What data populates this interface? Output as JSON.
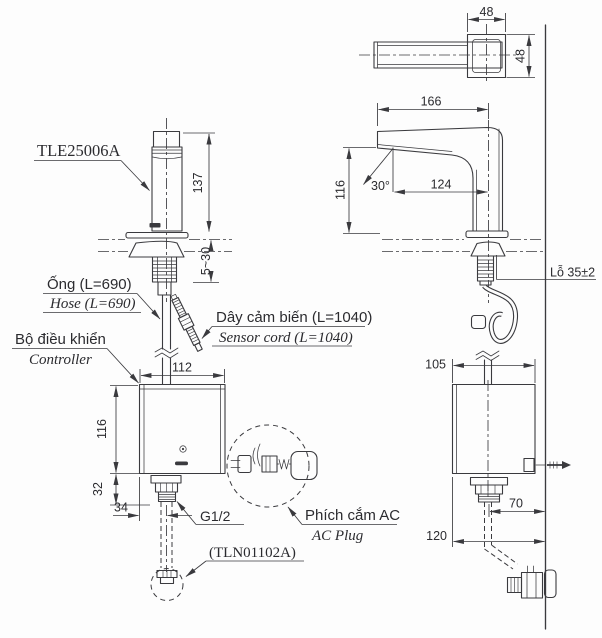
{
  "drawing": {
    "product_label": "TLE25006A",
    "callouts": {
      "hose": {
        "vi": "Ống (L=690)",
        "en": "Hose (L=690)"
      },
      "controller": {
        "vi": "Bộ điều khiển",
        "en": "Controller"
      },
      "sensor_cord": {
        "vi": "Dây cảm biến (L=1040)",
        "en": "Sensor cord (L=1040)"
      },
      "ac_plug": {
        "vi": "Phích cắm AC",
        "en": "AC Plug"
      },
      "supply_thread": "G1/2",
      "drain_model": "(TLN01102A)",
      "deck_hole": "Lỗ 35±2"
    },
    "dimensions": {
      "front_view": {
        "spout_height": "137",
        "deck_thickness_range": "5~30",
        "controller_width": "112",
        "controller_height": "116",
        "inlet_fitting_height": "32",
        "inlet_offset": "34"
      },
      "side_view": {
        "spout_top_width": "48",
        "spout_top_depth": "48",
        "spout_reach": "166",
        "sensor_distance": "124",
        "spout_height": "116",
        "sensor_angle": "30°",
        "controller_depth": "105",
        "supply_to_wall": "70",
        "drain_to_wall": "120"
      }
    },
    "colors": {
      "line": "#3a3a3e",
      "text": "#2b2b2f",
      "background": "#fdfdfd"
    }
  }
}
